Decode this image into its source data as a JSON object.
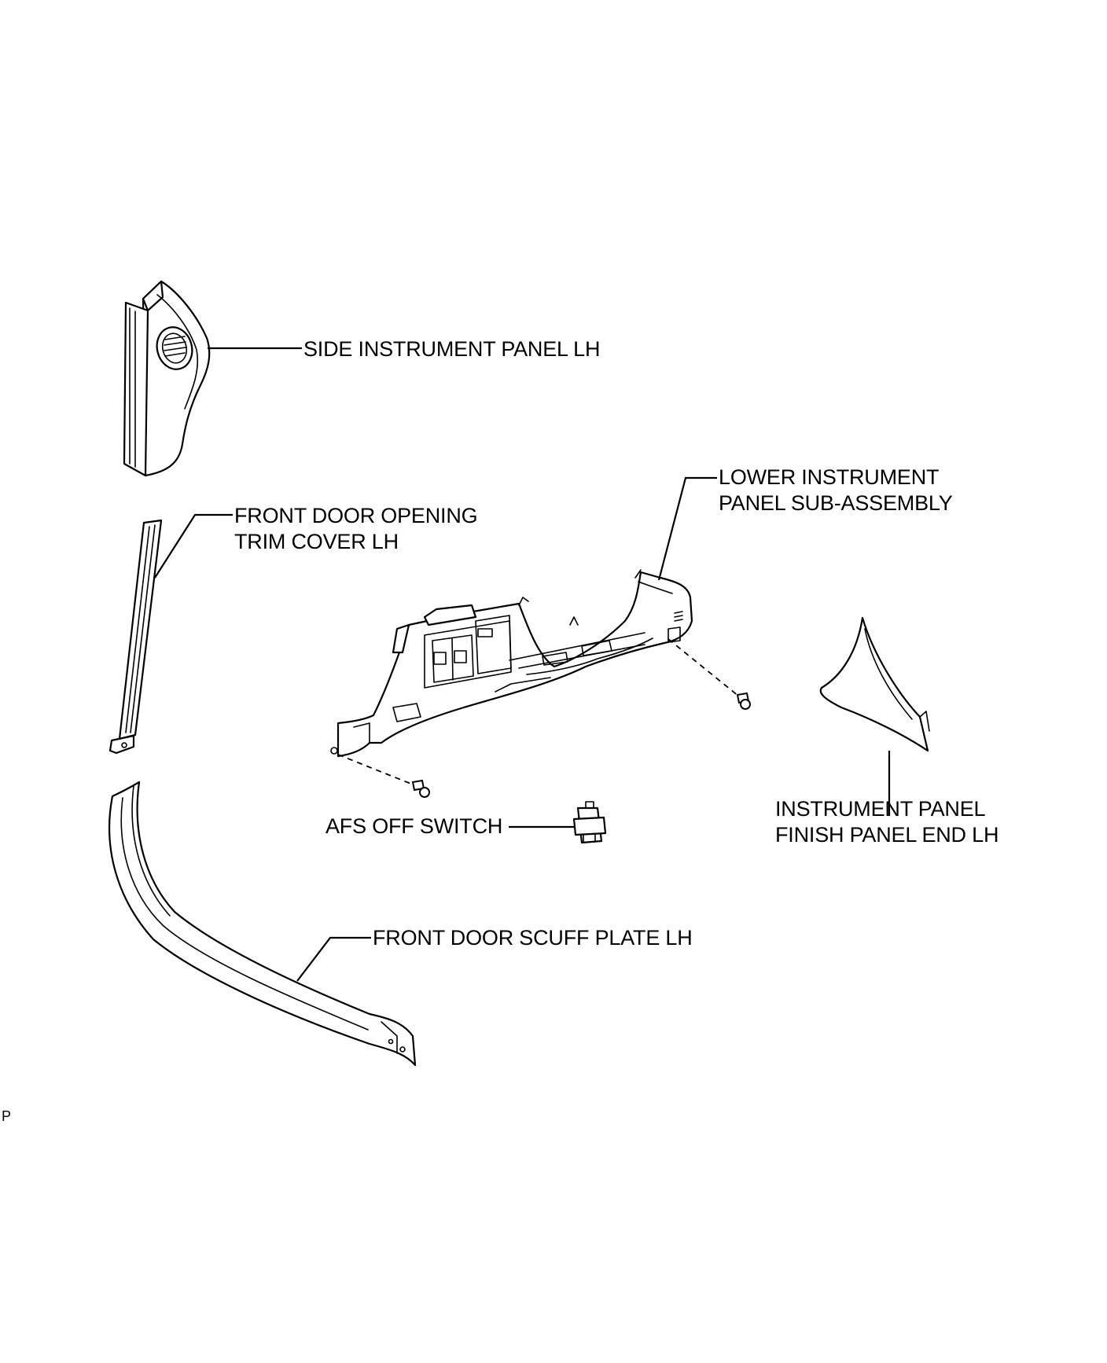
{
  "labels": {
    "side_instrument_panel": "SIDE INSTRUMENT PANEL LH",
    "front_door_opening_trim_line1": "FRONT DOOR OPENING",
    "front_door_opening_trim_line2": "TRIM COVER LH",
    "lower_instrument_panel_line1": "LOWER INSTRUMENT",
    "lower_instrument_panel_line2": "PANEL SUB-ASSEMBLY",
    "afs_off_switch": "AFS OFF SWITCH",
    "instrument_panel_finish_line1": "INSTRUMENT PANEL",
    "instrument_panel_finish_line2": "FINISH PANEL END LH",
    "front_door_scuff_plate": "FRONT DOOR SCUFF PLATE LH"
  },
  "corner_mark": "P"
}
